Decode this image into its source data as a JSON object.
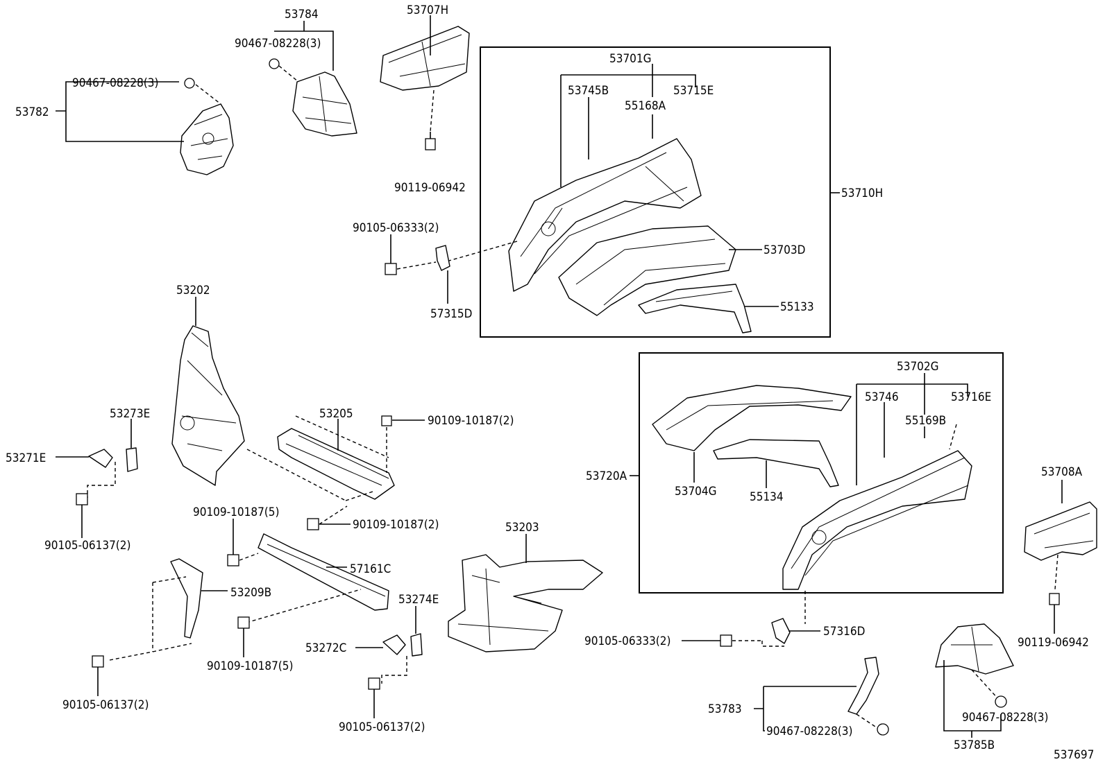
{
  "diagram_id": "537697",
  "labels": {
    "p53784": "53784",
    "p53707H": "53707H",
    "p53701G": "53701G",
    "p53745B": "53745B",
    "p53715E": "53715E",
    "p55168A": "55168A",
    "p53782": "53782",
    "b90467_tl": "90467-08228(3)",
    "b90467_top": "90467-08228(3)",
    "b90119_top": "90119-06942",
    "p53710H": "53710H",
    "b90105_06333_top": "90105-06333(2)",
    "p53703D": "53703D",
    "p57315D": "57315D",
    "p55133": "55133",
    "p53202": "53202",
    "p53702G": "53702G",
    "p53273E": "53273E",
    "p53205": "53205",
    "b90109_10187_a": "90109-10187(2)",
    "p53746": "53746",
    "p53716E": "53716E",
    "p55169B": "55169B",
    "p53271E": "53271E",
    "p53720A": "53720A",
    "p53708A": "53708A",
    "p53704G": "53704G",
    "p55134": "55134",
    "b90109_10187_5a": "90109-10187(5)",
    "b90109_10187_b": "90109-10187(2)",
    "p53203": "53203",
    "b90105_06137_l": "90105-06137(2)",
    "p57161C": "57161C",
    "p53209B": "53209B",
    "p53274E": "53274E",
    "b90105_06333_r": "90105-06333(2)",
    "p57316D": "57316D",
    "p53272C": "53272C",
    "b90109_10187_5b": "90109-10187(5)",
    "b90119_r": "90119-06942",
    "b90105_06137_bl": "90105-06137(2)",
    "b90105_06137_bm": "90105-06137(2)",
    "p53783": "53783",
    "b90467_br": "90467-08228(3)",
    "b90467_bm": "90467-08228(3)",
    "p53785B": "53785B"
  }
}
